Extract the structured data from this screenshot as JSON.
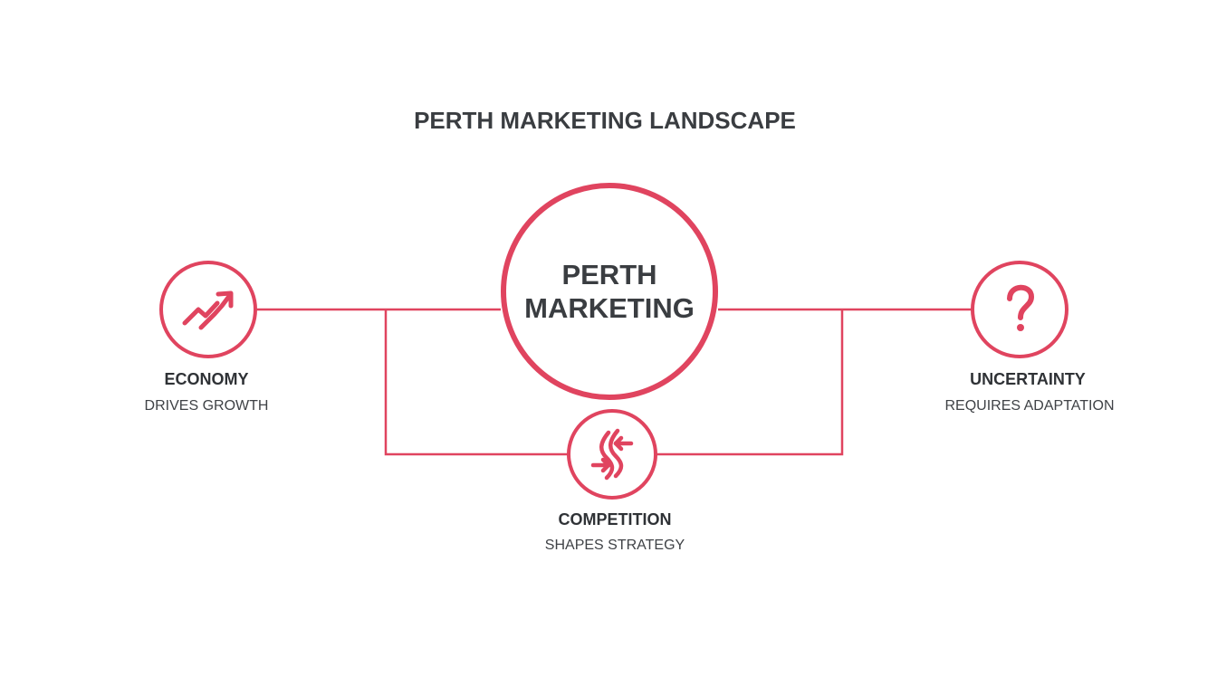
{
  "title": "PERTH MARKETING LANDSCAPE",
  "center": {
    "line1": "PERTH",
    "line2": "MARKETING"
  },
  "nodes": {
    "economy": {
      "label": "ECONOMY",
      "sub": "DRIVES GROWTH",
      "icon": "trending-up-icon"
    },
    "competition": {
      "label": "COMPETITION",
      "sub": "SHAPES STRATEGY",
      "icon": "opposing-arrows-icon"
    },
    "uncertainty": {
      "label": "UNCERTAINTY",
      "sub": "REQUIRES ADAPTATION",
      "icon": "question-mark-icon"
    }
  },
  "colors": {
    "accent": "#e0445f",
    "text": "#3a3d41"
  }
}
